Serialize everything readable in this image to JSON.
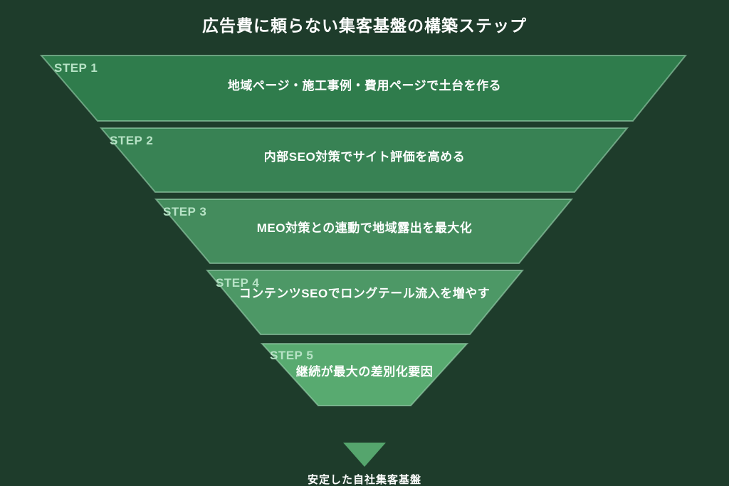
{
  "title": "広告費に頼らない集客基盤の構築ステップ",
  "background_color": "#1e3c2b",
  "funnel": {
    "label_color": "#b7e3c6",
    "text_color": "#ffffff",
    "edge_color": "#a5dcba",
    "steps": [
      {
        "label": "STEP 1",
        "text": "地域ページ・施工事例・費用ページで土台を作る",
        "color": "#2f7c4c"
      },
      {
        "label": "STEP 2",
        "text": "内部SEO対策でサイト評価を高める",
        "color": "#388254"
      },
      {
        "label": "STEP 3",
        "text": "MEO対策との連動で地域露出を最大化",
        "color": "#448c5d"
      },
      {
        "label": "STEP 4",
        "text": "コンテンツSEOでロングテール流入を増やす",
        "color": "#4d9866"
      },
      {
        "label": "STEP 5",
        "text": "継続が最大の差別化要因",
        "color": "#58aa70"
      }
    ]
  },
  "outcome": {
    "arrow_color": "#55a56d",
    "text": "安定した自社集客基盤"
  }
}
